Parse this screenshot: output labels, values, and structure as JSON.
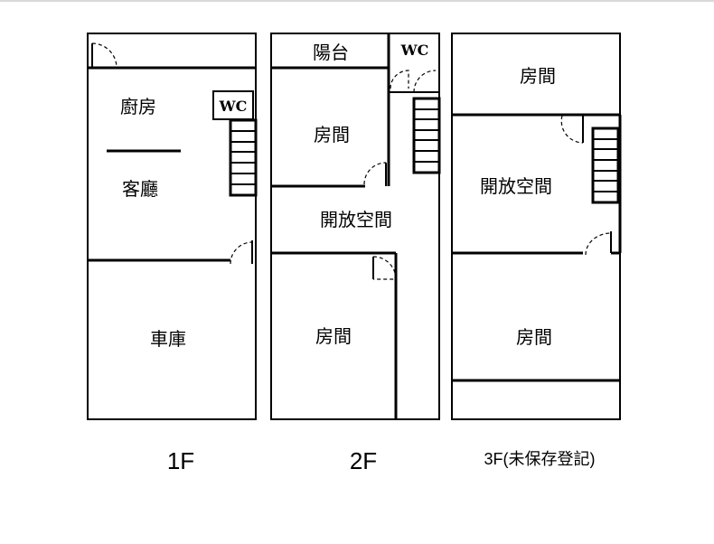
{
  "floors": [
    {
      "label": "1F",
      "rooms": {
        "kitchen": "廚房",
        "wc": "WC",
        "living": "客廳",
        "garage": "車庫"
      }
    },
    {
      "label": "2F",
      "rooms": {
        "balcony": "陽台",
        "wc": "WC",
        "room_top": "房間",
        "open_space": "開放空間",
        "room_bottom": "房間"
      }
    },
    {
      "label": "3F(未保存登記)",
      "rooms": {
        "room_top": "房間",
        "open_space": "開放空間",
        "room_bottom": "房間"
      }
    }
  ]
}
